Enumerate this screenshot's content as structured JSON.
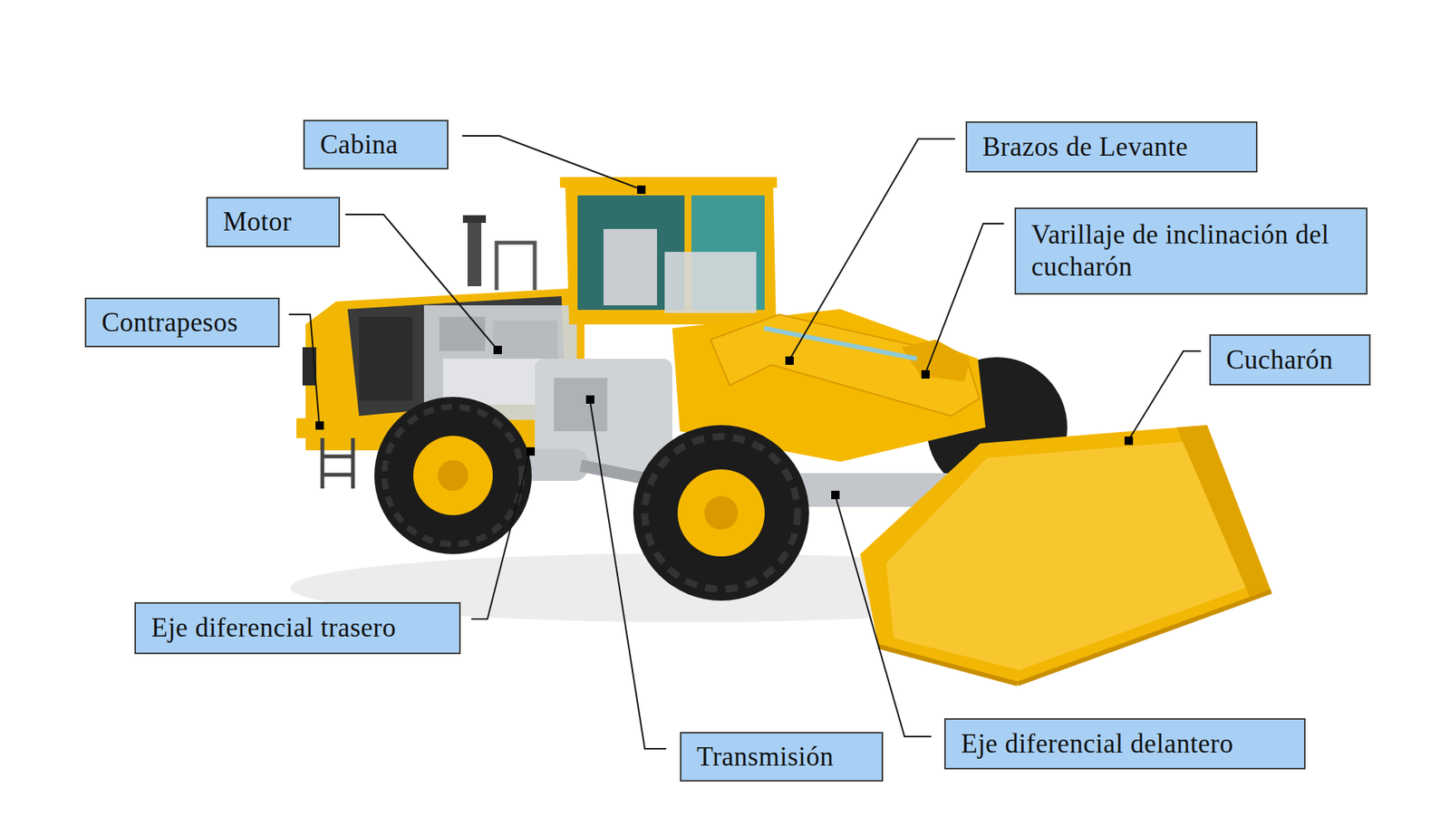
{
  "diagram": {
    "nodes": [
      {
        "text": [
          "Cabina"
        ]
      },
      {
        "text": [
          "Brazos de Levante"
        ]
      },
      {
        "text": [
          "Motor"
        ]
      },
      {
        "text": [
          "Varillaje de inclinación del cucharón"
        ]
      },
      {
        "text": [
          "Contrapesos"
        ]
      },
      {
        "text": [
          "Cucharón"
        ]
      },
      {
        "text": [
          "Eje diferencial trasero"
        ]
      },
      {
        "text": [
          "Eje diferencial delantero"
        ]
      },
      {
        "text": [
          "Transmisión"
        ]
      }
    ]
  }
}
